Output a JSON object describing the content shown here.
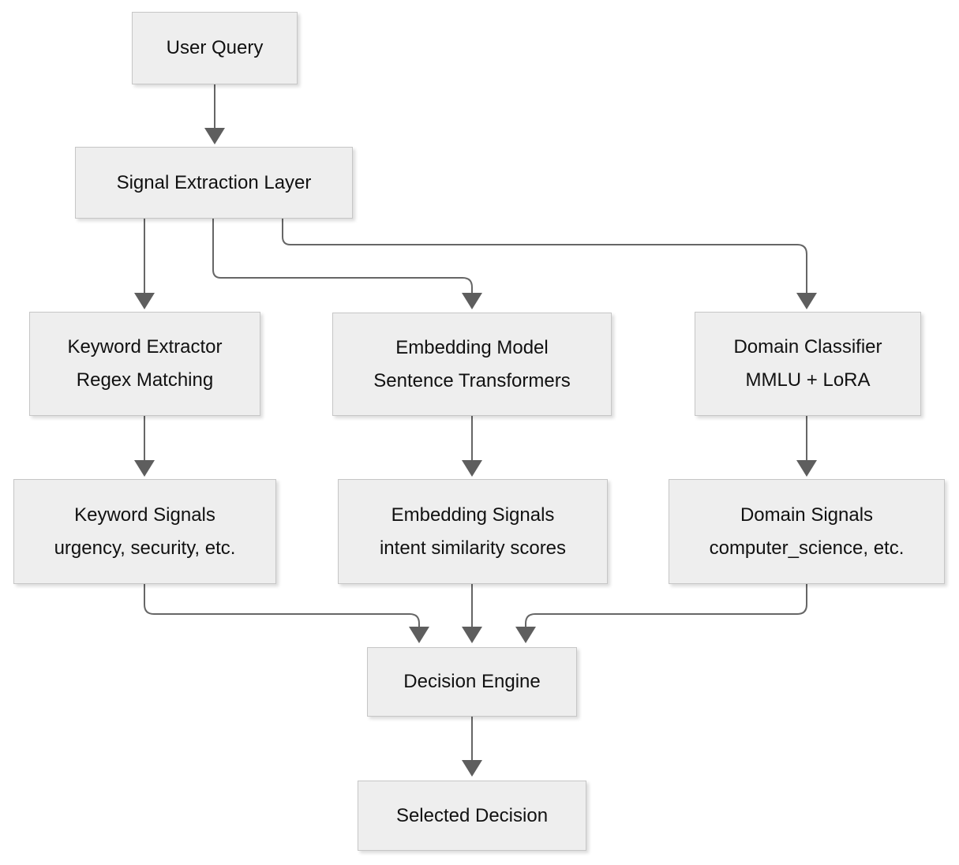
{
  "diagram": {
    "type": "flowchart",
    "direction": "top-down",
    "colors": {
      "canvas_bg": "#ffffff",
      "node_fill": "#eeeeee",
      "node_border": "#c6c6c6",
      "edge_color": "#666666",
      "arrow_color": "#5e5e5e",
      "text_color": "#111111"
    }
  },
  "nodes": {
    "user_query": {
      "label": "User Query"
    },
    "signal_extraction": {
      "label": "Signal Extraction Layer"
    },
    "keyword_extractor": {
      "label": "Keyword Extractor",
      "sublabel": "Regex Matching"
    },
    "embedding_model": {
      "label": "Embedding Model",
      "sublabel": "Sentence Transformers"
    },
    "domain_classifier": {
      "label": "Domain Classifier",
      "sublabel": "MMLU + LoRA"
    },
    "keyword_signals": {
      "label": "Keyword Signals",
      "sublabel": "urgency, security, etc."
    },
    "embedding_signals": {
      "label": "Embedding Signals",
      "sublabel": "intent similarity scores"
    },
    "domain_signals": {
      "label": "Domain Signals",
      "sublabel": "computer_science, etc."
    },
    "decision_engine": {
      "label": "Decision Engine"
    },
    "selected_decision": {
      "label": "Selected Decision"
    }
  },
  "edges": [
    {
      "from": "user_query",
      "to": "signal_extraction"
    },
    {
      "from": "signal_extraction",
      "to": "keyword_extractor"
    },
    {
      "from": "signal_extraction",
      "to": "embedding_model"
    },
    {
      "from": "signal_extraction",
      "to": "domain_classifier"
    },
    {
      "from": "keyword_extractor",
      "to": "keyword_signals"
    },
    {
      "from": "embedding_model",
      "to": "embedding_signals"
    },
    {
      "from": "domain_classifier",
      "to": "domain_signals"
    },
    {
      "from": "keyword_signals",
      "to": "decision_engine"
    },
    {
      "from": "embedding_signals",
      "to": "decision_engine"
    },
    {
      "from": "domain_signals",
      "to": "decision_engine"
    },
    {
      "from": "decision_engine",
      "to": "selected_decision"
    }
  ]
}
